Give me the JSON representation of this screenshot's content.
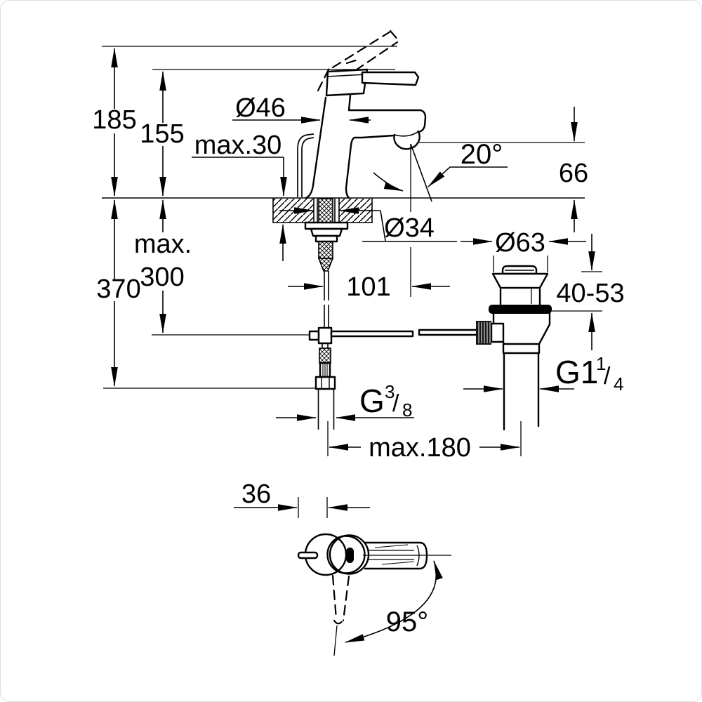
{
  "drawing": {
    "kind": "technical-dimension-drawing",
    "subject": "single-lever basin mixer with pop-up waste, side view and top view",
    "background_color": "#ffffff",
    "line_color": "#000000",
    "labels": {
      "total_height": "185",
      "lever_height": "155",
      "body_diameter": "Ø46",
      "max_deck_thickness": "max.30",
      "spout_angle": "20°",
      "spout_outlet_height": "66",
      "hole_diameter": "Ø34",
      "waste_flange_diameter": "Ø63",
      "max_depth_word": "max.",
      "max_depth_value": "300",
      "overall_under_height": "370",
      "spout_reach": "101",
      "basin_clamp_range": "40-53",
      "max_rod_reach": "max.180",
      "handle_offset": "36",
      "handle_swivel_angle": "95°"
    },
    "threads": {
      "waste_thread": {
        "base": "G1",
        "sup": "1",
        "slash": "/",
        "sub": "4"
      },
      "supply_thread": {
        "base": "G",
        "sup": "3",
        "slash": "/",
        "sub": "8"
      }
    }
  }
}
